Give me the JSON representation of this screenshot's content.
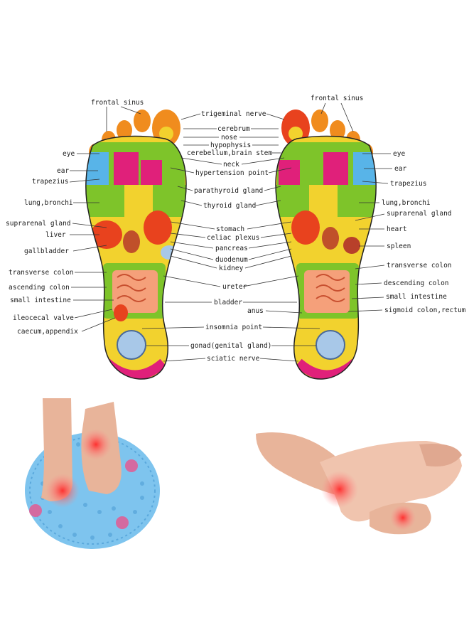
{
  "labels_left": [
    "frontal sinus",
    "eye",
    "ear",
    "trapezius",
    "lung,bronchi",
    "suprarenal gland",
    "liver",
    "gallbladder",
    "transverse colon",
    "ascending colon",
    "small intestine",
    "ileocecal valve",
    "caecum,appendix"
  ],
  "labels_center": [
    "trigeminal nerve",
    "cerebrum",
    "nose",
    "hypophysis",
    "cerebellum,brain stem",
    "neck",
    "hypertension point",
    "parathyroid gland",
    "thyroid gland",
    "stomach",
    "celiac plexus",
    "pancreas",
    "duodenum",
    "kidney",
    "ureter",
    "bladder",
    "anus",
    "insomnia point",
    "gonad(genital gland)",
    "sciatic nerve"
  ],
  "labels_right": [
    "frontal sinus",
    "eye",
    "ear",
    "trapezius",
    "lung,bronchi",
    "suprarenal gland",
    "heart",
    "spleen",
    "transverse colon",
    "descending colon",
    "small intestine",
    "sigmoid colon,rectum"
  ],
  "colors": {
    "yellow": "#f2d22e",
    "green": "#7ec42a",
    "orange": "#f08c1e",
    "red": "#e8421e",
    "magenta": "#e0207a",
    "blue": "#58b4e8",
    "mat": "#7ec4ee",
    "skin": "#e8b49a"
  },
  "icons": [
    "foot-massage-mat-photo",
    "foot-massage-hands-photo"
  ]
}
